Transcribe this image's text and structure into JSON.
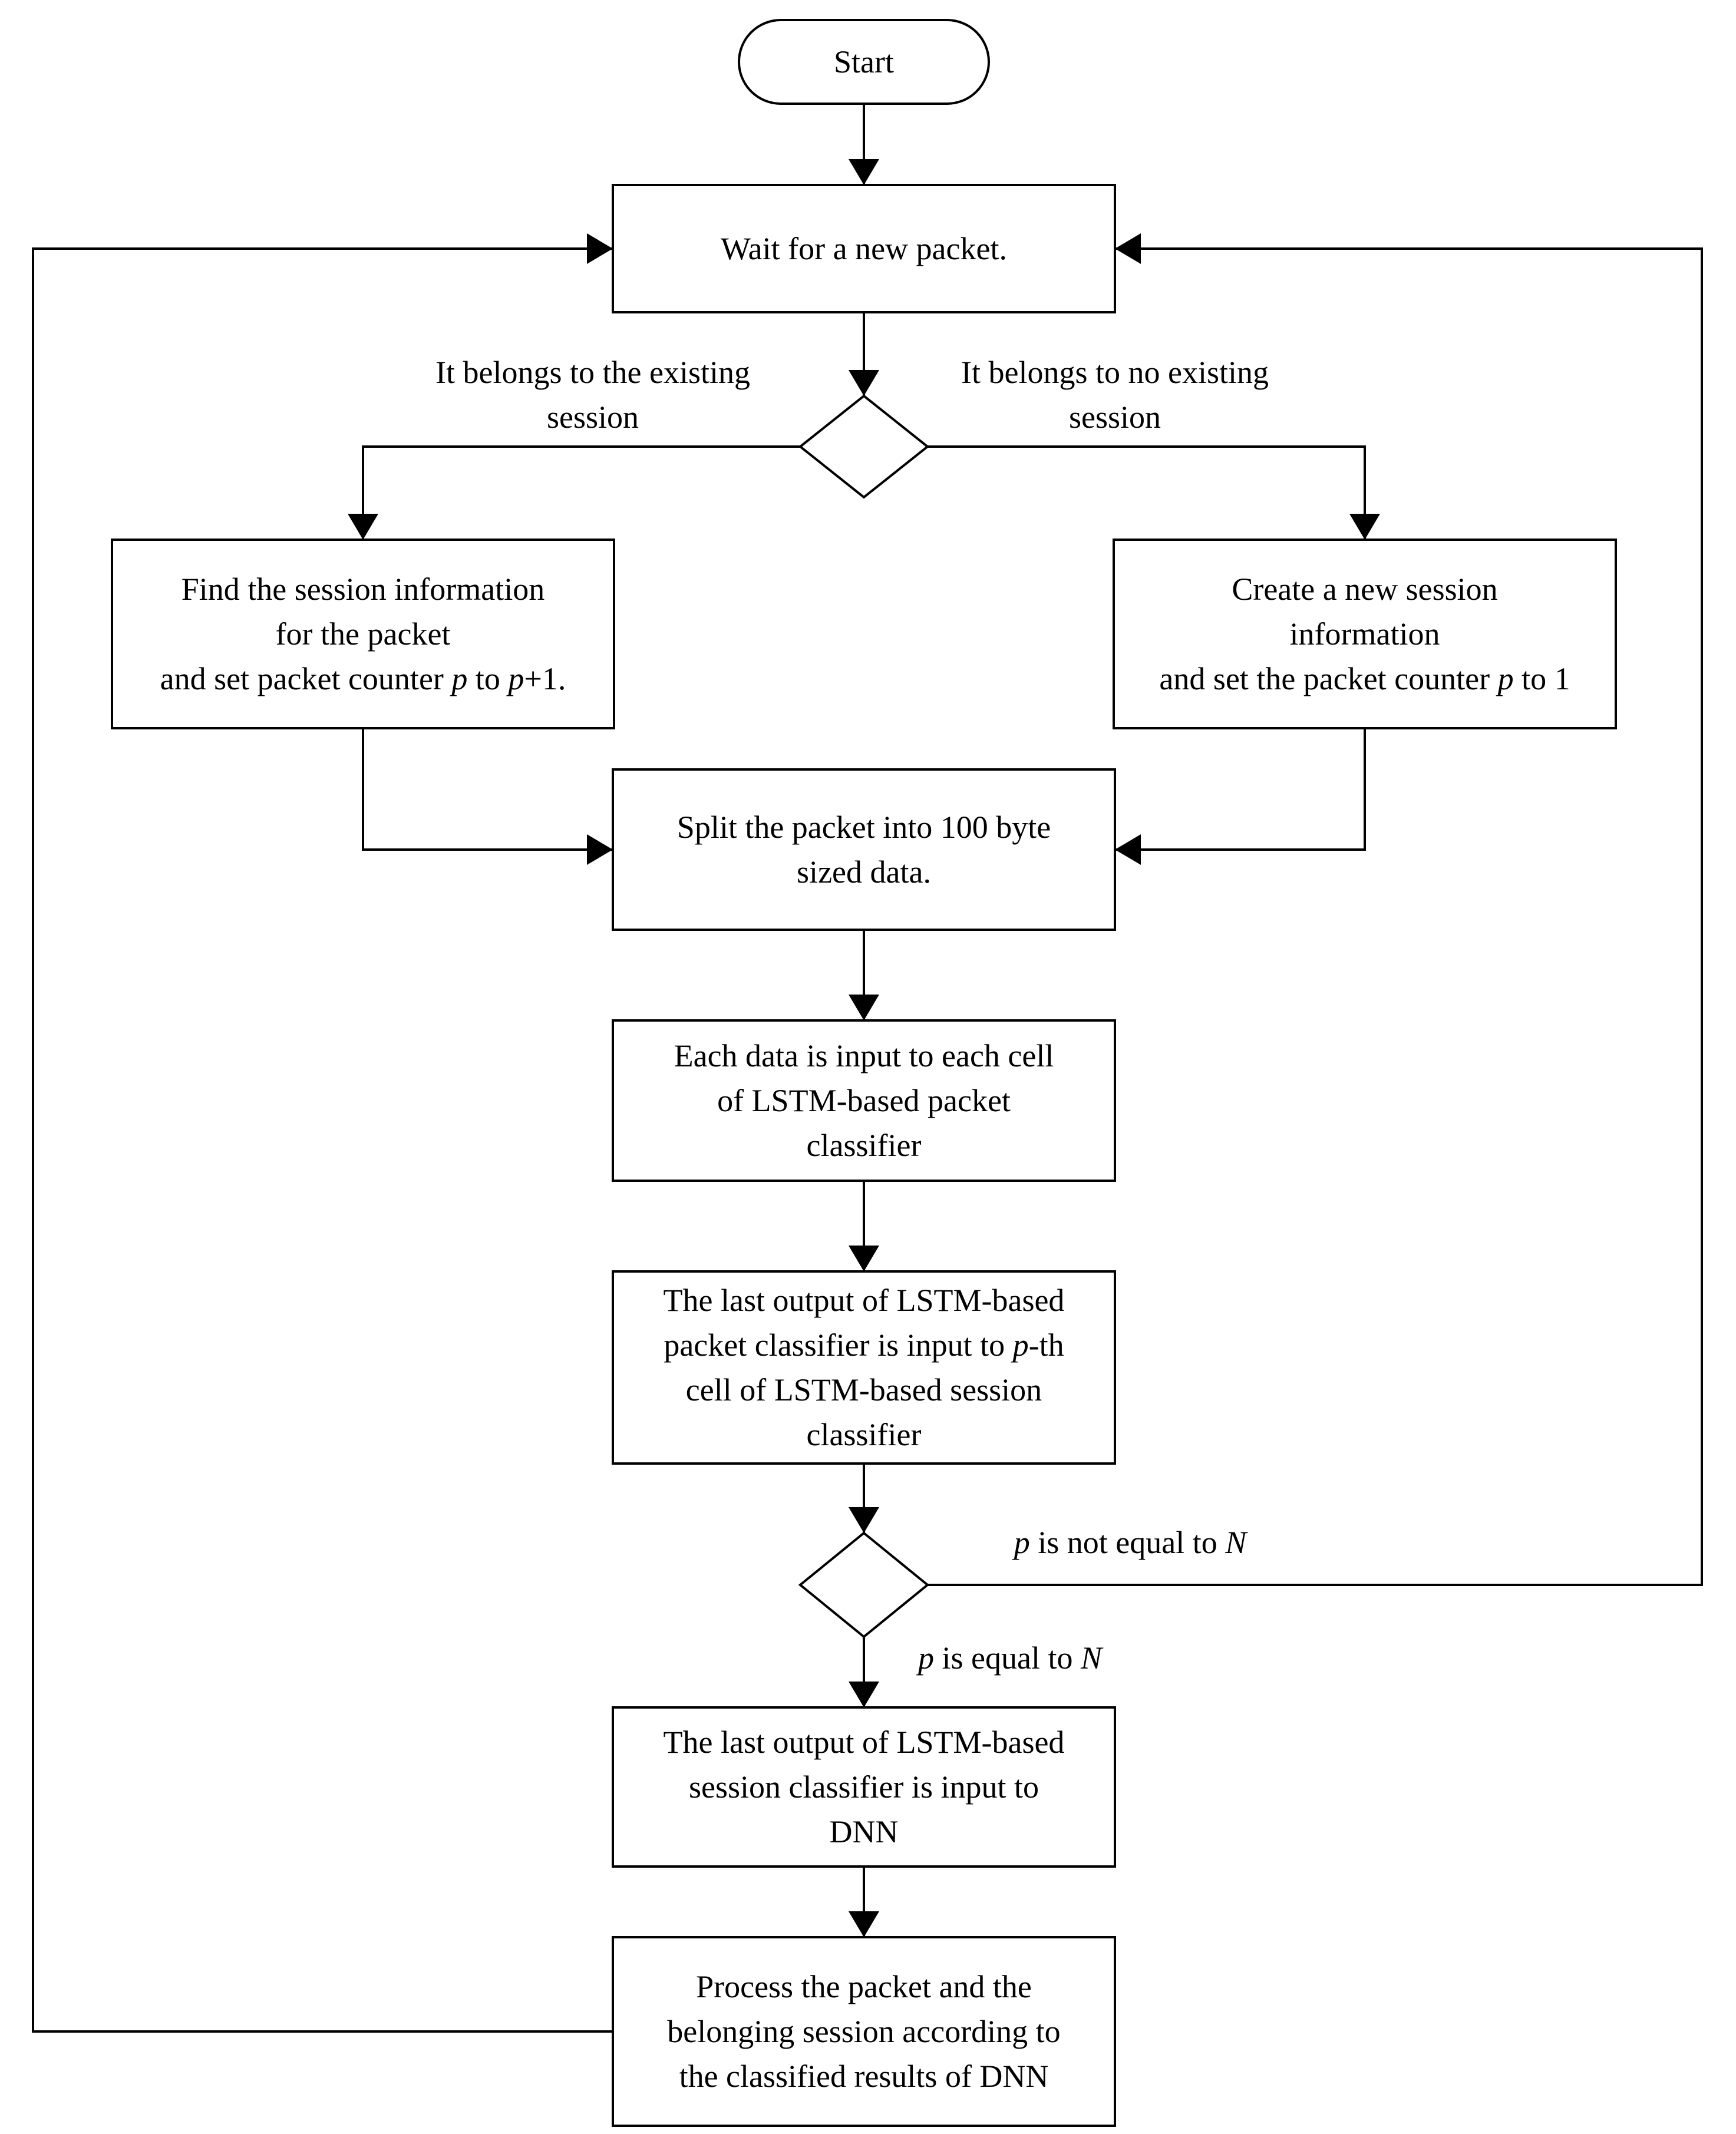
{
  "nodes": {
    "start": {
      "lines": [
        [
          {
            "t": "Start"
          }
        ]
      ]
    },
    "wait": {
      "lines": [
        [
          {
            "t": "Wait for a new packet."
          }
        ]
      ]
    },
    "decision_session": {
      "lines": []
    },
    "find_session": {
      "lines": [
        [
          {
            "t": "Find the session information"
          }
        ],
        [
          {
            "t": "for the packet"
          }
        ],
        [
          {
            "t": "and set packet counter "
          },
          {
            "t": "p",
            "i": true
          },
          {
            "t": " to "
          },
          {
            "t": "p",
            "i": true
          },
          {
            "t": "+1."
          }
        ]
      ]
    },
    "create_session": {
      "lines": [
        [
          {
            "t": "Create a new session"
          }
        ],
        [
          {
            "t": "information"
          }
        ],
        [
          {
            "t": "and set the packet counter "
          },
          {
            "t": "p",
            "i": true
          },
          {
            "t": " to 1"
          }
        ]
      ]
    },
    "split": {
      "lines": [
        [
          {
            "t": "Split the packet into 100 byte"
          }
        ],
        [
          {
            "t": "sized data."
          }
        ]
      ]
    },
    "lstm_packet": {
      "lines": [
        [
          {
            "t": "Each data is input to each cell"
          }
        ],
        [
          {
            "t": "of LSTM-based packet"
          }
        ],
        [
          {
            "t": "classifier"
          }
        ]
      ]
    },
    "lstm_session": {
      "lines": [
        [
          {
            "t": "The last output of  LSTM-based"
          }
        ],
        [
          {
            "t": "packet classifier is input to "
          },
          {
            "t": "p",
            "i": true
          },
          {
            "t": "-th"
          }
        ],
        [
          {
            "t": "cell of LSTM-based session"
          }
        ],
        [
          {
            "t": "classifier"
          }
        ]
      ]
    },
    "decision_counter": {
      "lines": []
    },
    "dnn_input": {
      "lines": [
        [
          {
            "t": "The last output of LSTM-based"
          }
        ],
        [
          {
            "t": "session classifier is input to"
          }
        ],
        [
          {
            "t": "DNN"
          }
        ]
      ]
    },
    "process": {
      "lines": [
        [
          {
            "t": "Process the packet and the"
          }
        ],
        [
          {
            "t": "belonging session according to"
          }
        ],
        [
          {
            "t": "the classified results of DNN"
          }
        ]
      ]
    }
  },
  "edge_labels": {
    "existing_session": {
      "lines": [
        [
          {
            "t": "It belongs to the existing"
          }
        ],
        [
          {
            "t": "session"
          }
        ]
      ]
    },
    "no_existing_session": {
      "lines": [
        [
          {
            "t": "It belongs to no existing"
          }
        ],
        [
          {
            "t": "session"
          }
        ]
      ]
    },
    "not_equal": {
      "lines": [
        [
          {
            "t": "p",
            "i": true
          },
          {
            "t": " is not equal to "
          },
          {
            "t": "N",
            "i": true
          }
        ]
      ]
    },
    "equal": {
      "lines": [
        [
          {
            "t": "p",
            "i": true
          },
          {
            "t": " is equal to "
          },
          {
            "t": "N",
            "i": true
          }
        ]
      ]
    }
  }
}
